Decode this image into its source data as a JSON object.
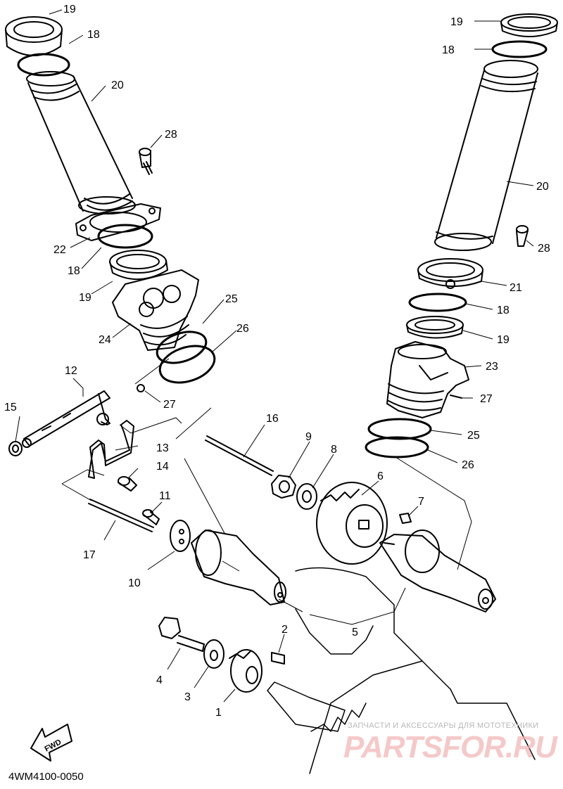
{
  "diagram": {
    "code": "4WM4100-0050",
    "fwd": "FWD",
    "watermark": {
      "subtitle": "ЗАПЧАСТИ И АКСЕССУАРЫ ДЛЯ МОТОТЕХНИКИ",
      "brand": "PARTSFOR.RU"
    },
    "callouts": {
      "c1": "1",
      "c2": "2",
      "c3": "3",
      "c4": "4",
      "c5": "5",
      "c6": "6",
      "c7": "7",
      "c8": "8",
      "c9": "9",
      "c10": "10",
      "c11": "11",
      "c12": "12",
      "c13": "13",
      "c14": "14",
      "c15": "15",
      "c16": "16",
      "c17": "17",
      "c18a": "18",
      "c18b": "18",
      "c18c": "18",
      "c18d": "18",
      "c19a": "19",
      "c19b": "19",
      "c19c": "19",
      "c19d": "19",
      "c20a": "20",
      "c20b": "20",
      "c21": "21",
      "c22": "22",
      "c23": "23",
      "c24": "24",
      "c25a": "25",
      "c25b": "25",
      "c26a": "26",
      "c26b": "26",
      "c27a": "27",
      "c27b": "27",
      "c28a": "28",
      "c28b": "28"
    }
  }
}
